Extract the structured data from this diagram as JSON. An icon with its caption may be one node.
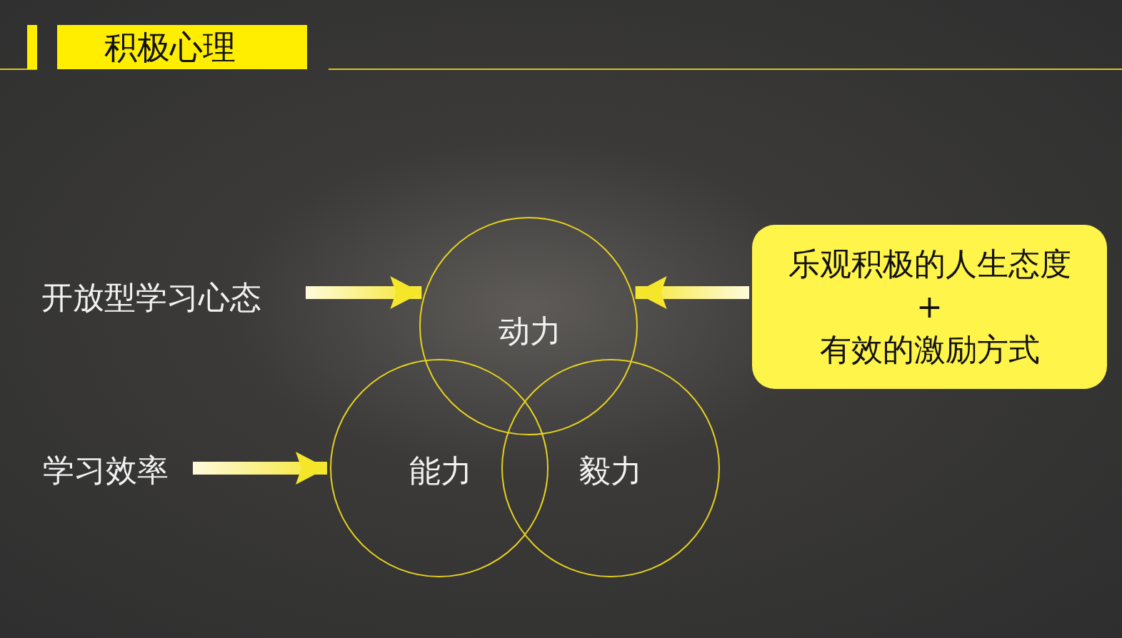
{
  "diagram": {
    "title": "积极心理",
    "nodes": [
      {
        "text": [
          "开放型学习心态"
        ]
      },
      {
        "text": [
          "动力"
        ]
      },
      {
        "text": [
          "能力"
        ]
      },
      {
        "text": [
          "毅力"
        ]
      },
      {
        "text": [
          "学习效率"
        ]
      },
      {
        "text": [
          "乐观积极的人生态度",
          "+",
          "有效的激励方式"
        ]
      }
    ],
    "edges": [
      {
        "from": 0,
        "to": 1,
        "arrow": "to"
      },
      {
        "from": 4,
        "to": 2,
        "arrow": "to"
      },
      {
        "from": 5,
        "to": 1,
        "arrow": "to"
      }
    ]
  }
}
